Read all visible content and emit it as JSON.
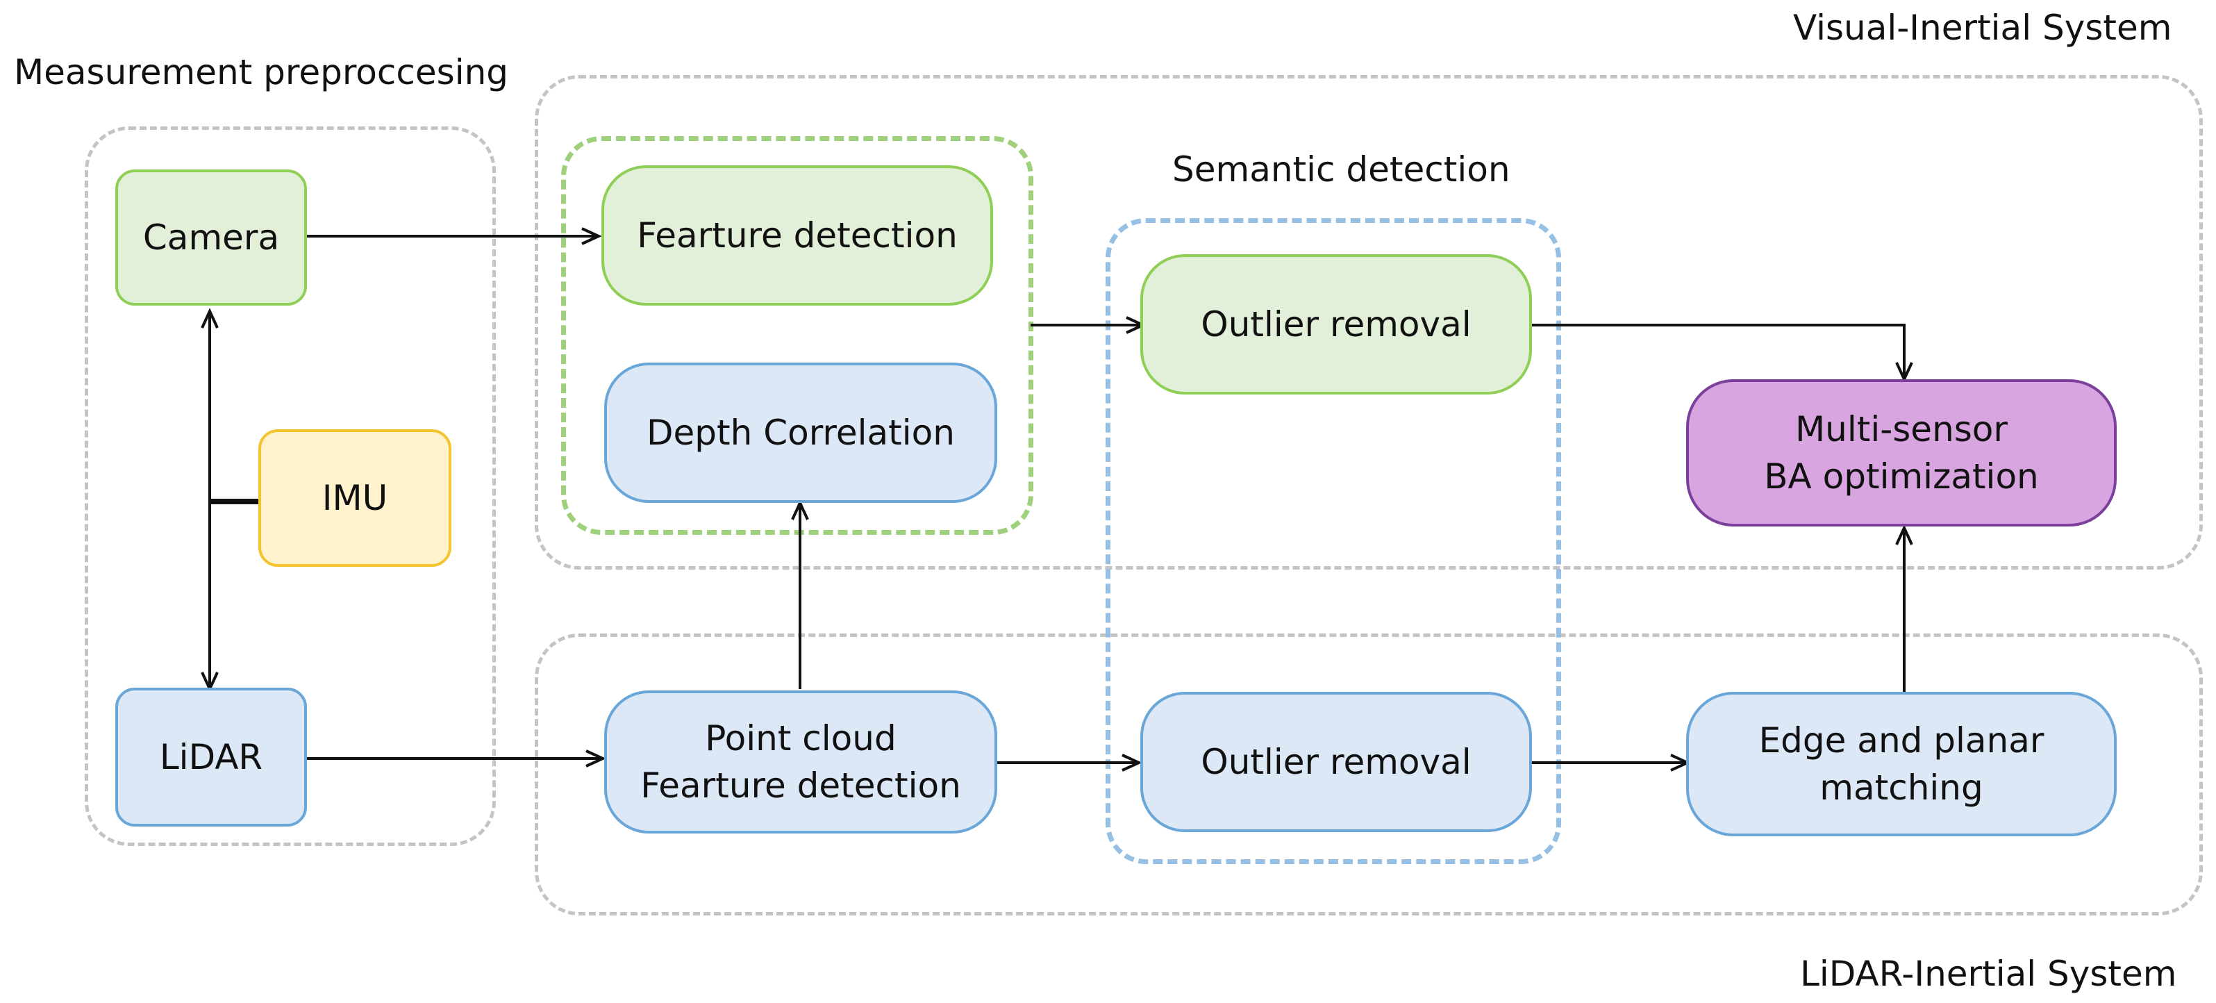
{
  "groups": {
    "visual_inertial": "Visual-Inertial System",
    "measurement": "Measurement preproccesing",
    "semantic": "Semantic detection",
    "lidar_inertial": "LiDAR-Inertial System"
  },
  "nodes": {
    "camera": "Camera",
    "imu": "IMU",
    "lidar": "LiDAR",
    "feature_detection": "Fearture detection",
    "depth_correlation": "Depth Correlation",
    "outlier_removal_visual": "Outlier removal",
    "multi_sensor": "Multi-sensor\nBA optimization",
    "point_cloud": "Point cloud\nFearture detection",
    "outlier_removal_lidar": "Outlier removal",
    "edge_planar": "Edge and planar\nmatching"
  },
  "colors": {
    "green_fill": "#e2f0d9",
    "blue_fill": "#dce8f5",
    "yellow_fill": "#fff2cc",
    "purple_fill": "#d9a5e0",
    "arrow": "#111111"
  }
}
